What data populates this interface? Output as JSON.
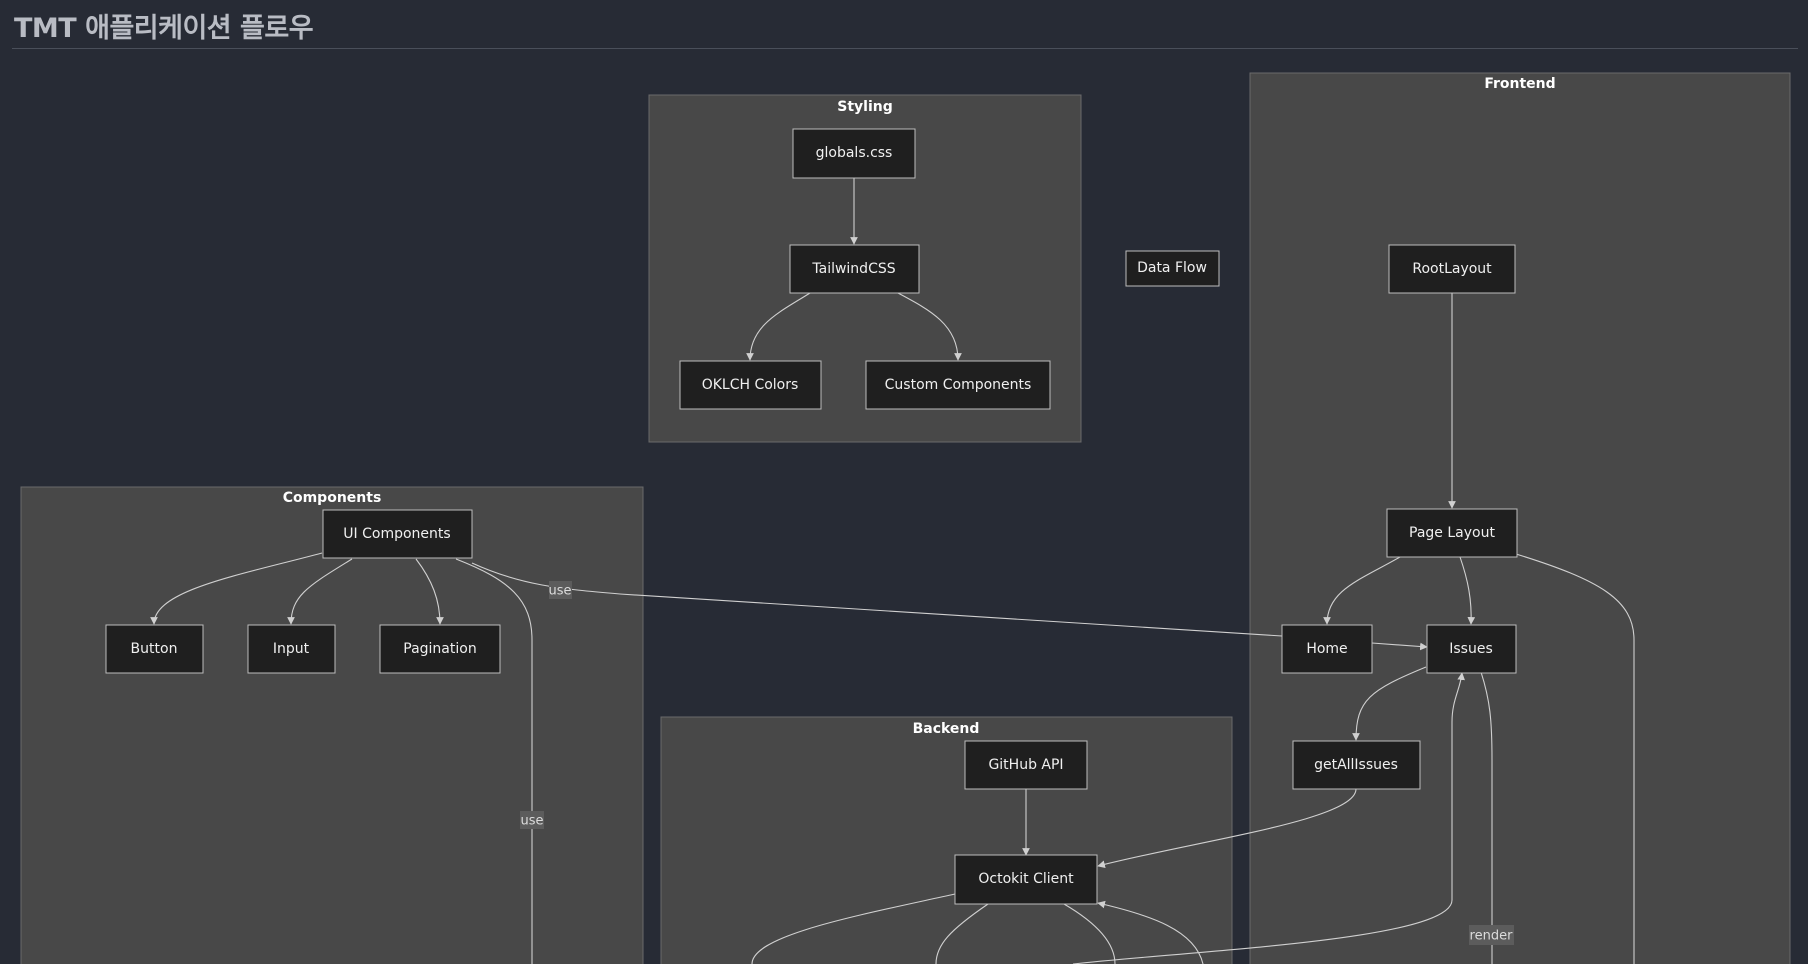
{
  "page": {
    "title": "TMT 애플리케이션 플로우"
  },
  "clusters": {
    "styling": "Styling",
    "frontend": "Frontend",
    "components": "Components",
    "backend": "Backend"
  },
  "nodes": {
    "globals_css": "globals.css",
    "tailwindcss": "TailwindCSS",
    "oklch_colors": "OKLCH Colors",
    "custom_components": "Custom Components",
    "data_flow": "Data Flow",
    "root_layout": "RootLayout",
    "page_layout": "Page Layout",
    "home": "Home",
    "issues": "Issues",
    "get_all_issues": "getAllIssues",
    "ui_components": "UI Components",
    "button": "Button",
    "input": "Input",
    "pagination": "Pagination",
    "github_api": "GitHub API",
    "octokit_client": "Octokit Client"
  },
  "edge_labels": {
    "use_1": "use",
    "use_2": "use",
    "render": "render"
  }
}
